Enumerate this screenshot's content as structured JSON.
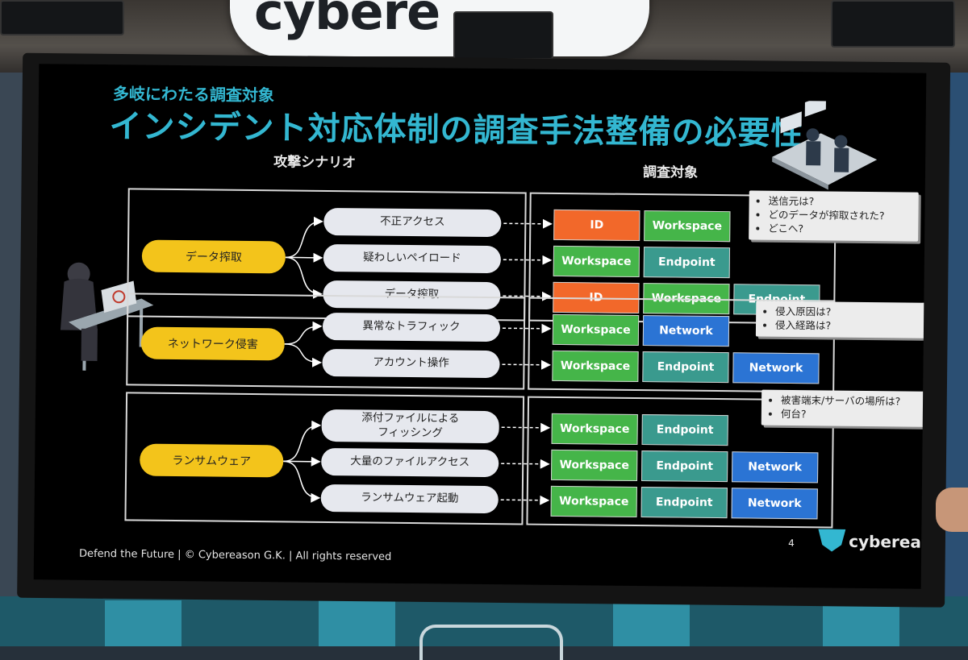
{
  "booth": {
    "sign_text": "cybere"
  },
  "slide": {
    "subtitle": "多岐にわたる調査対象",
    "title": "インシデント対応体制の調査手法整備の必要性",
    "col_scenario": "攻撃シナリオ",
    "col_targets": "調査対象",
    "groups": [
      {
        "category": "データ搾取",
        "rows": [
          {
            "scenario": "不正アクセス",
            "tags": [
              "ID",
              "Workspace"
            ]
          },
          {
            "scenario": "疑わしいペイロード",
            "tags": [
              "Workspace",
              "Endpoint"
            ]
          },
          {
            "scenario": "データ搾取",
            "tags": [
              "ID",
              "Workspace",
              "Endpoint"
            ]
          }
        ],
        "callout": [
          "送信元は?",
          "どのデータが搾取された?",
          "どこへ?"
        ]
      },
      {
        "category": "ネットワーク侵害",
        "rows": [
          {
            "scenario": "異常なトラフィック",
            "tags": [
              "Workspace",
              "Network"
            ]
          },
          {
            "scenario": "アカウント操作",
            "tags": [
              "Workspace",
              "Endpoint",
              "Network"
            ]
          }
        ],
        "callout": [
          "侵入原因は?",
          "侵入経路は?"
        ]
      },
      {
        "category": "ランサムウェア",
        "rows": [
          {
            "scenario": "添付ファイルによる\nフィッシング",
            "tags": [
              "Workspace",
              "Endpoint"
            ]
          },
          {
            "scenario": "大量のファイルアクセス",
            "tags": [
              "Workspace",
              "Endpoint",
              "Network"
            ]
          },
          {
            "scenario": "ランサムウェア起動",
            "tags": [
              "Workspace",
              "Endpoint",
              "Network"
            ]
          }
        ],
        "callout": [
          "被害端末/サーバの場所は?",
          "何台?"
        ]
      }
    ],
    "footer": "Defend the Future | © Cybereason G.K. | All rights reserved",
    "page_number": "4",
    "brand": "cybereason"
  },
  "colors": {
    "title": "#33b7d1",
    "category": "#f3c41b",
    "ID": "#f2682a",
    "Workspace": "#45b549",
    "Endpoint": "#3a9a8e",
    "Network": "#2b74d4"
  }
}
